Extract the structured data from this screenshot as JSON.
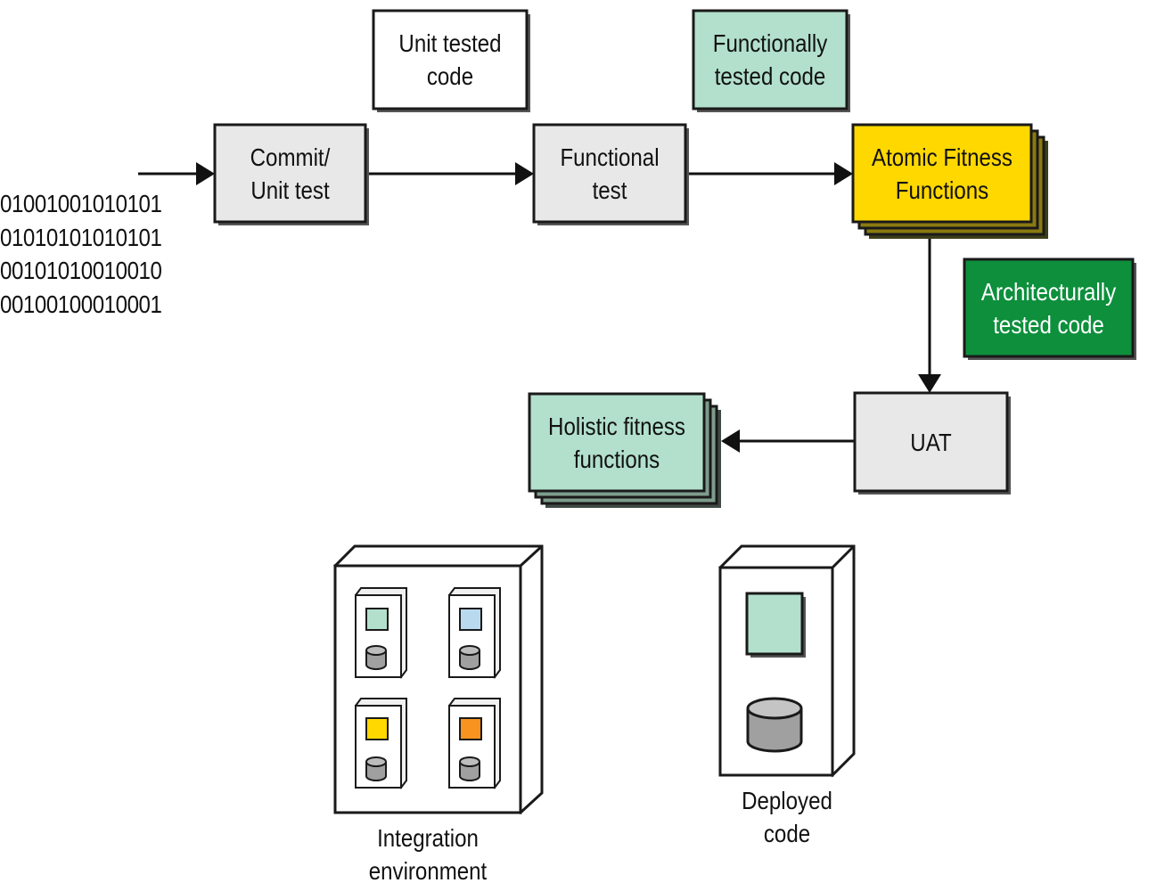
{
  "colors": {
    "box_grey": "#e8e8e8",
    "box_white": "#ffffff",
    "box_mint": "#b2e0cc",
    "box_yellow": "#ffd800",
    "box_green": "#0d8f3c",
    "swatch_blue": "#b9d9ee",
    "swatch_orange": "#f7931e",
    "swatch_yellow": "#ffd800",
    "swatch_mint": "#b2e0cc",
    "cylinder": "#a0a0a0",
    "stroke": "#1a1a1a",
    "shadow": "#555555"
  },
  "binary_lines": [
    "01001001010101",
    "01010101010101",
    "00101010010010",
    "00100100010001"
  ],
  "stages": {
    "commit": {
      "lines": [
        "Commit/",
        "Unit test"
      ]
    },
    "functional": {
      "lines": [
        "Functional",
        "test"
      ]
    },
    "atomic": {
      "lines": [
        "Atomic Fitness",
        "Functions"
      ]
    },
    "uat": {
      "lines": [
        "UAT"
      ]
    },
    "holistic": {
      "lines": [
        "Holistic fitness",
        "functions"
      ]
    }
  },
  "artifacts": {
    "unit_tested": {
      "lines": [
        "Unit tested",
        "code"
      ]
    },
    "functionally_tested": {
      "lines": [
        "Functionally",
        "tested code"
      ]
    },
    "architecturally_tested": {
      "lines": [
        "Architecturally",
        "tested code"
      ]
    }
  },
  "environments": {
    "integration": {
      "lines": [
        "Integration",
        "environment"
      ]
    },
    "deployed": {
      "lines": [
        "Deployed",
        "code"
      ]
    }
  }
}
